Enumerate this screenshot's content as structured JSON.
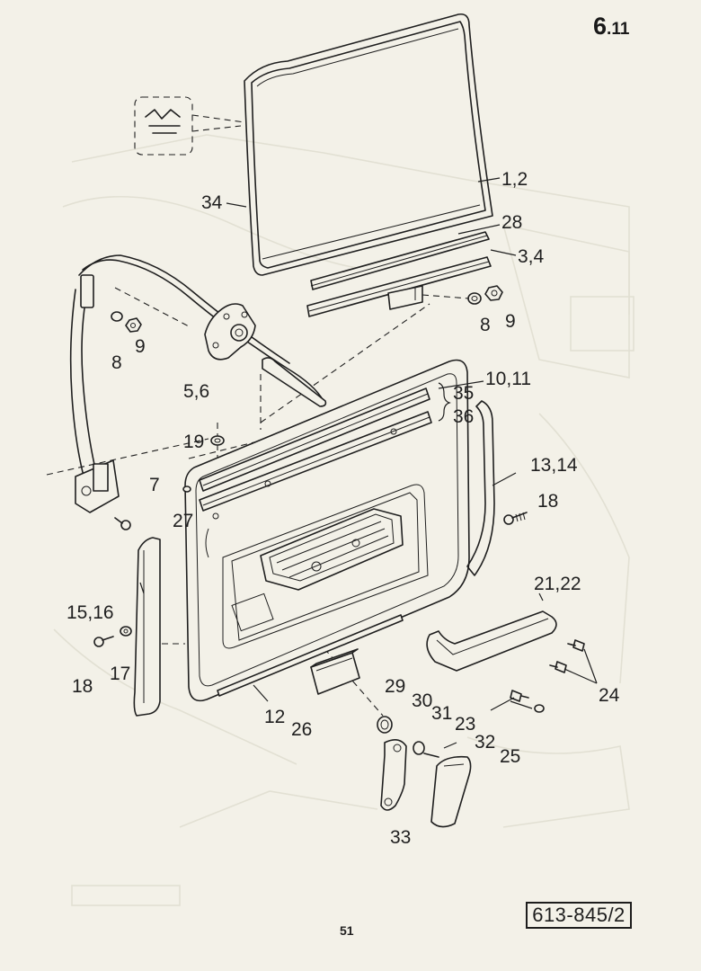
{
  "page": {
    "section_number": "6",
    "section_sub": "11",
    "page_number": "51",
    "reference_code": "613-845/2"
  },
  "labels": {
    "l_1_2": "1,2",
    "l_28": "28",
    "l_3_4": "3,4",
    "l_34": "34",
    "l_8a": "8",
    "l_9a": "9",
    "l_8b": "8",
    "l_9b": "9",
    "l_5_6": "5,6",
    "l_10_11": "10,11",
    "l_35": "35",
    "l_36": "36",
    "l_19": "19",
    "l_7": "7",
    "l_27": "27",
    "l_13_14": "13,14",
    "l_18a": "18",
    "l_15_16": "15,16",
    "l_18b": "18",
    "l_17": "17",
    "l_21_22": "21,22",
    "l_24": "24",
    "l_29": "29",
    "l_30": "30",
    "l_31": "31",
    "l_23": "23",
    "l_32": "32",
    "l_25": "25",
    "l_12": "12",
    "l_26": "26",
    "l_33": "33"
  }
}
